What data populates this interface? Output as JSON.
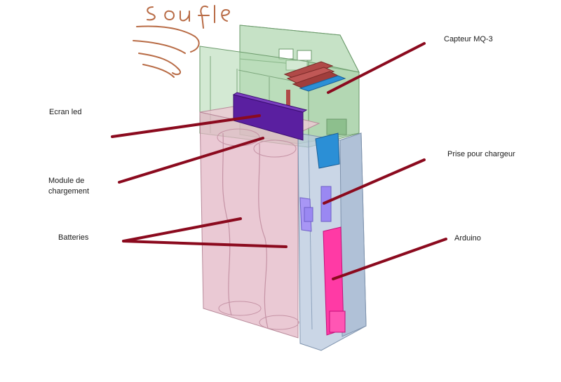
{
  "labels": {
    "capteur": "Capteur MQ-3",
    "ecran": "Ecran led",
    "module": "Module de\nchargement",
    "prise": "Prise pour chargeur",
    "batteries": "Batteries",
    "arduino": "Arduino"
  },
  "scribble_text": "soufle",
  "colors": {
    "leader": "#8b0a1e",
    "green_housing": "#a8d3a8",
    "pink_housing": "#e3b7c5",
    "blue_housing": "#b8c8dd",
    "led_screen": "#5a1fa0",
    "sensor_red": "#b04a48",
    "sensor_blue": "#2b8fd6",
    "arduino_pink": "#ff3aa5",
    "charger_port": "#9a88f2",
    "scribble": "#b86b45"
  }
}
